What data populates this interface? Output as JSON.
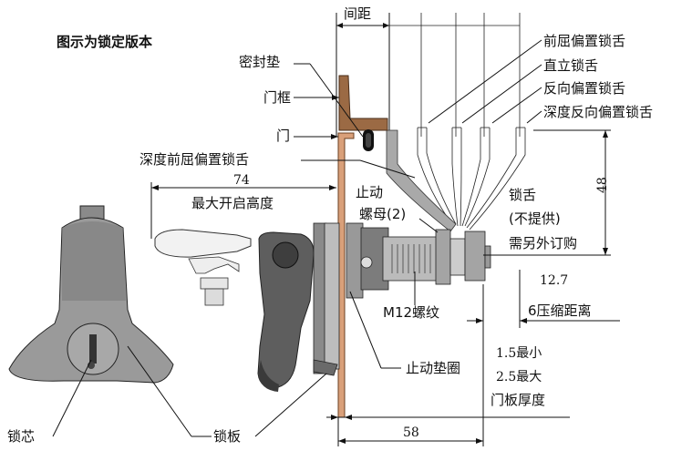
{
  "title": "图示为锁定版本",
  "labels": {
    "spacing": "间距",
    "front_offset": "前屈偏置锁舌",
    "upright": "直立锁舌",
    "reverse_offset": "反向偏置锁舌",
    "deep_reverse_offset": "深度反向偏置锁舌",
    "gasket": "密封垫",
    "door_frame": "门框",
    "door": "门",
    "deep_front_offset": "深度前屈偏置锁舌",
    "max_open_height_value": "74",
    "max_open_height": "最大开启高度",
    "stop_nut": "止动",
    "stop_nut_2": "螺母(2)",
    "tongue": "锁舌",
    "not_supplied": "(不提供)",
    "order_separately": "需另外订购",
    "dim_48": "48",
    "dim_12_7": "12.7",
    "compression": "6压缩距离",
    "thread": "M12螺纹",
    "stop_washer": "止动垫圈",
    "min_thickness": "1.5最小",
    "max_thickness": "2.5最大",
    "panel_thickness": "门板厚度",
    "dim_58": "58",
    "lock_core": "锁芯",
    "lock_plate": "锁板"
  },
  "colors": {
    "handle": "#9a9a9a",
    "handle_dark": "#5e5e5e",
    "door_panel": "#d9a07a",
    "frame": "#9b6a44",
    "metal": "#b5b5b5"
  }
}
